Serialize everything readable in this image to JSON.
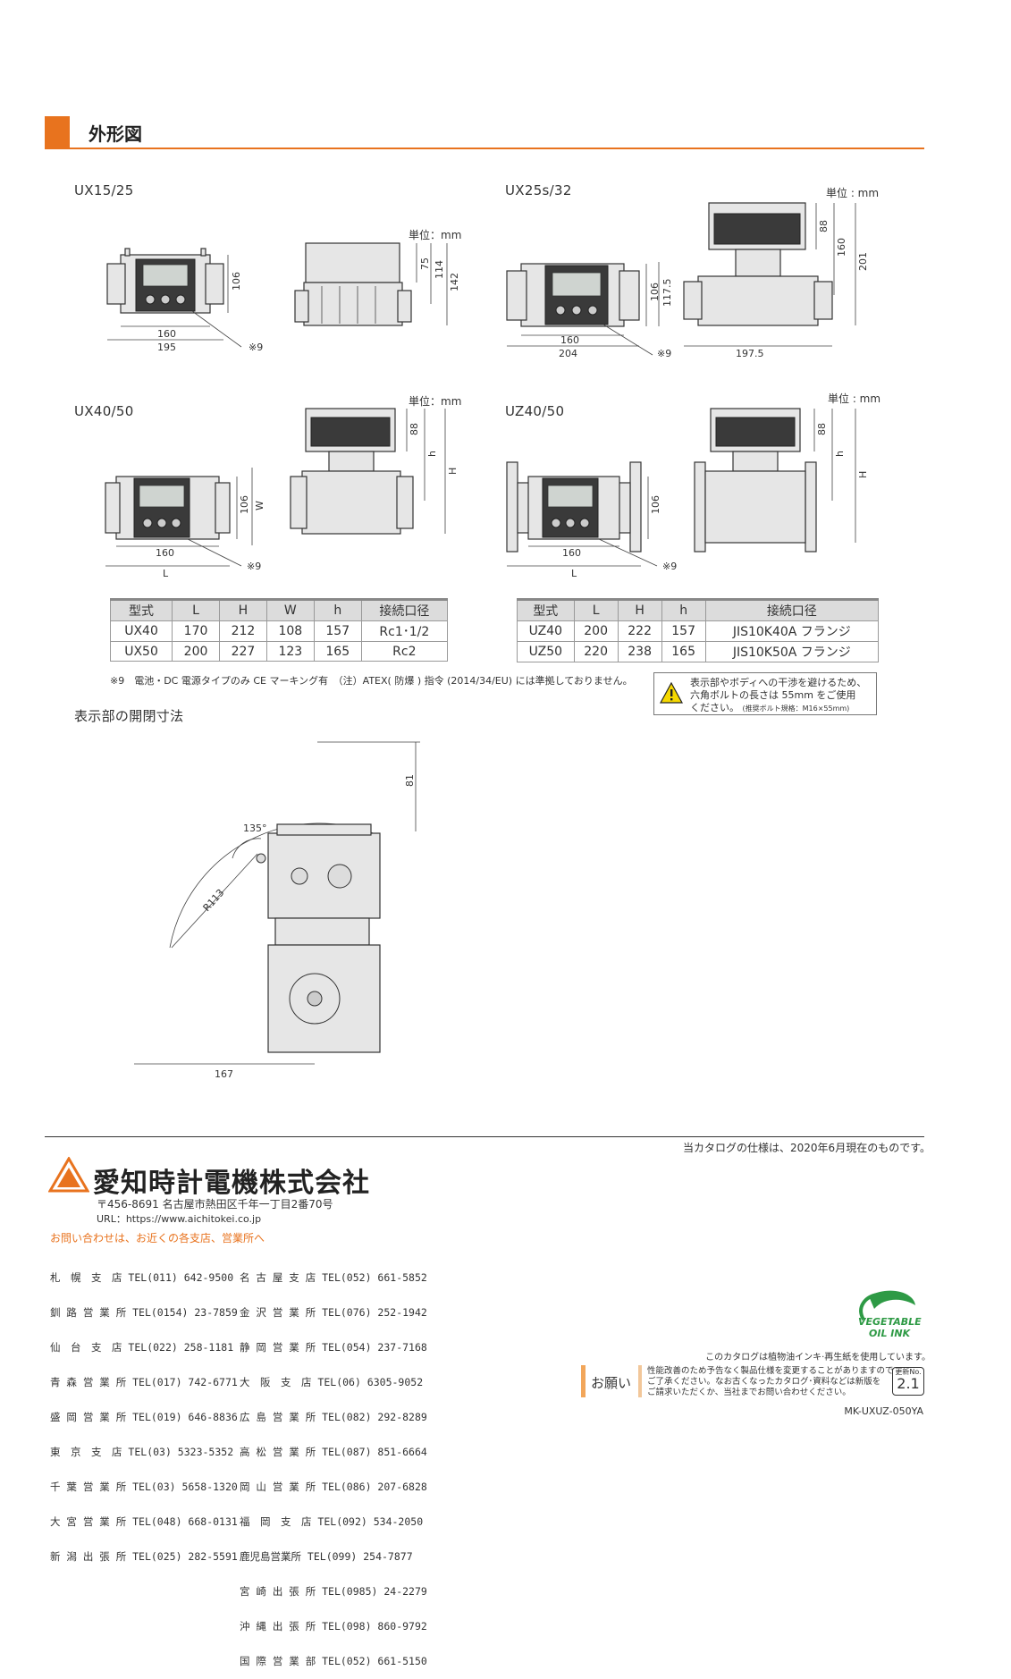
{
  "section_title": "外形図",
  "models": {
    "ux15": "UX15/25",
    "ux25s": "UX25s/32",
    "ux40": "UX40/50",
    "uz40": "UZ40/50"
  },
  "unit_label": "単位：mm",
  "unit_label_alt": "単位 : mm",
  "dims": {
    "ux15": {
      "w160": "160",
      "w195": "195",
      "h106": "106",
      "h75": "75",
      "h114": "114",
      "h142": "142",
      "note": "※9"
    },
    "ux25s": {
      "w160": "160",
      "w204": "204",
      "h106": "106",
      "h117": "117.5",
      "h88": "88",
      "h160": "160",
      "h201": "201",
      "w197": "197.5",
      "note": "※9"
    },
    "ux40": {
      "w160": "160",
      "L": "L",
      "h106": "106",
      "W": "W",
      "h88": "88",
      "h": "h",
      "H": "H",
      "note": "※9"
    },
    "uz40": {
      "w160": "160",
      "L": "L",
      "h106": "106",
      "h88": "88",
      "h": "h",
      "H": "H",
      "note": "※9"
    }
  },
  "table_ux": {
    "headers": [
      "型式",
      "L",
      "H",
      "W",
      "h",
      "接続口径"
    ],
    "rows": [
      [
        "UX40",
        "170",
        "212",
        "108",
        "157",
        "Rc1･1/2"
      ],
      [
        "UX50",
        "200",
        "227",
        "123",
        "165",
        "Rc2"
      ]
    ]
  },
  "table_uz": {
    "headers": [
      "型式",
      "L",
      "H",
      "h",
      "接続口径"
    ],
    "rows": [
      [
        "UZ40",
        "200",
        "222",
        "157",
        "JIS10K40A フランジ"
      ],
      [
        "UZ50",
        "220",
        "238",
        "165",
        "JIS10K50A フランジ"
      ]
    ]
  },
  "footnote": "※9　電池・DC 電源タイプのみ CE マーキング有　（注）ATEX( 防爆 ) 指令 (2014/34/EU) には準拠しておりません。",
  "warning": {
    "line1": "表示部やボディへの干渉を避けるため、",
    "line2": "六角ボルトの長さは 55mm をご使用",
    "line3": "ください。",
    "line3_small": "(推奨ボルト規格：M16×55mm)"
  },
  "open_section_title": "表示部の開閉寸法",
  "open_dims": {
    "angle": "135°",
    "radius": "R113",
    "h81": "81",
    "w167": "167"
  },
  "footer": {
    "date_note": "当カタログの仕様は、2020年6月現在のものです。",
    "company": "愛知時計電機株式会社",
    "address": "〒456-8691 名古屋市熱田区千年一丁目2番70号",
    "url": "URL：https://www.aichitokei.co.jp",
    "inquiry": "お問い合わせは、お近くの各支店、営業所へ",
    "branches_left": [
      "札　幌　支　店 TEL(011) 642-9500",
      "釧 路 営 業 所 TEL(0154) 23-7859",
      "仙　台　支　店 TEL(022) 258-1181",
      "青 森 営 業 所 TEL(017) 742-6771",
      "盛 岡 営 業 所 TEL(019) 646-8836",
      "東　京　支　店 TEL(03) 5323-5352",
      "千 葉 営 業 所 TEL(03) 5658-1320",
      "大 宮 営 業 所 TEL(048) 668-0131",
      "新 潟 出 張 所 TEL(025) 282-5591"
    ],
    "branches_right": [
      "名 古 屋 支 店 TEL(052) 661-5852",
      "金 沢 営 業 所 TEL(076) 252-1942",
      "静 岡 営 業 所 TEL(054) 237-7168",
      "大　阪　支　店 TEL(06) 6305-9052",
      "広 島 営 業 所 TEL(082) 292-8289",
      "高 松 営 業 所 TEL(087) 851-6664",
      "岡 山 営 業 所 TEL(086) 207-6828",
      "福　岡　支　店 TEL(092) 534-2050",
      "鹿児島営業所 TEL(099) 254-7877",
      "宮 崎 出 張 所 TEL(0985) 24-2279",
      "沖 縄 出 張 所 TEL(098) 860-9792",
      "国 際 営 業 部 TEL(052) 661-5150"
    ],
    "veg_logo_line1": "VEGETABLE",
    "veg_logo_line2": "OIL INK",
    "veg_note": "このカタログは植物油インキ·再生紙を使用しています。",
    "request_label": "お願い",
    "request_text1": "性能改善のため予告なく製品仕様を変更することがありますので",
    "request_text2": "ご了承ください。なお古くなったカタログ･資料などは新版を",
    "request_text3": "ご請求いただくか、当社までお問い合わせください。",
    "rev_label": "更新No.",
    "rev_num": "2.1",
    "doc_code": "MK-UXUZ-050YA"
  },
  "colors": {
    "accent": "#e8731e",
    "logo_green": "#2e9a45"
  }
}
